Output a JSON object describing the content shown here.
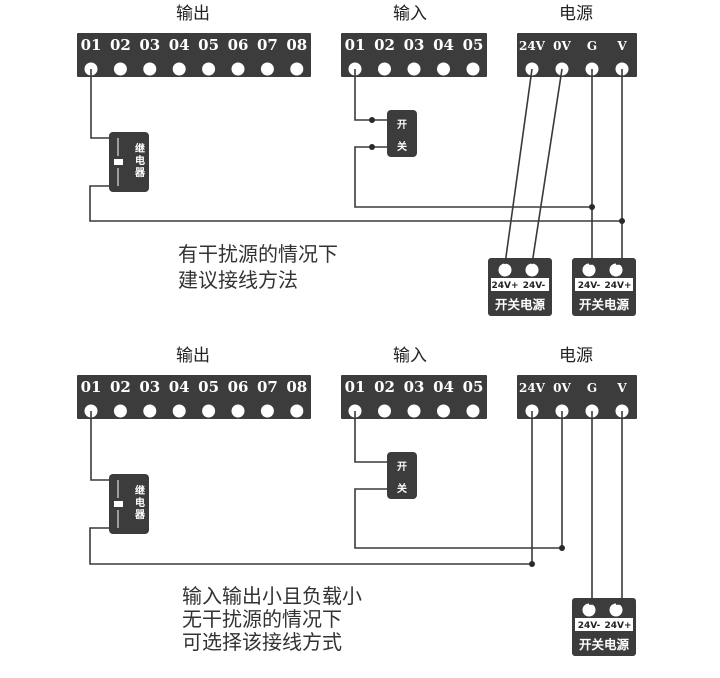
{
  "diagrams": [
    {
      "output_label": "输出",
      "input_label": "输入",
      "power_label": "电源",
      "output_terminals": [
        "01",
        "02",
        "03",
        "04",
        "05",
        "06",
        "07",
        "08"
      ],
      "input_terminals": [
        "01",
        "02",
        "03",
        "04",
        "05"
      ],
      "power_terminals": [
        "24V",
        "0V",
        "G",
        "V"
      ],
      "relay_text": "继电器",
      "switch_text": "开关",
      "note_lines": [
        "有干扰源的情况下",
        "建议接线方法"
      ],
      "psus": [
        {
          "terminals": [
            "24V+",
            "24V-"
          ],
          "name": "开关电源"
        },
        {
          "terminals": [
            "24V-",
            "24V+"
          ],
          "name": "开关电源"
        }
      ]
    },
    {
      "output_label": "输出",
      "input_label": "输入",
      "power_label": "电源",
      "output_terminals": [
        "01",
        "02",
        "03",
        "04",
        "05",
        "06",
        "07",
        "08"
      ],
      "input_terminals": [
        "01",
        "02",
        "03",
        "04",
        "05"
      ],
      "power_terminals": [
        "24V",
        "0V",
        "G",
        "V"
      ],
      "relay_text": "继电器",
      "switch_text": "开关",
      "note_lines": [
        "输入输出小且负载小",
        "无干扰源的情况下",
        "可选择该接线方式"
      ],
      "psus": [
        {
          "terminals": [
            "24V-",
            "24V+"
          ],
          "name": "开关电源"
        }
      ]
    }
  ]
}
